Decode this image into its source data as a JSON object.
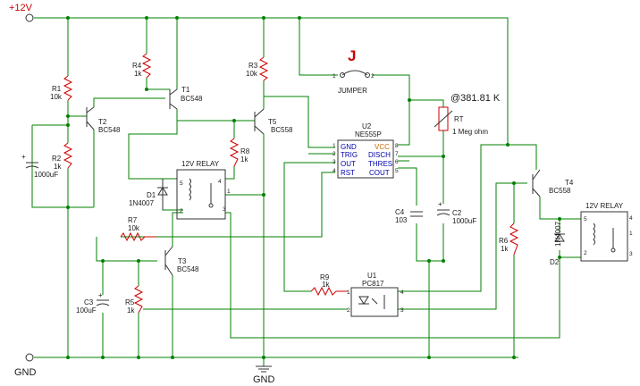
{
  "rails": {
    "supply": "+12V",
    "ground_left": "GND",
    "ground_bottom": "GND"
  },
  "jumper": {
    "letter": "J",
    "name": "JUMPER",
    "pin1": "1",
    "pin2": "2"
  },
  "thermistor": {
    "reading": "@381.81 K",
    "name": "RT",
    "value": "1 Meg ohm"
  },
  "resistors": {
    "R1": {
      "name": "R1",
      "value": "10k"
    },
    "R2": {
      "name": "R2",
      "value": "1k"
    },
    "R3": {
      "name": "R3",
      "value": "10k"
    },
    "R4": {
      "name": "R4",
      "value": "1k"
    },
    "R5": {
      "name": "R5",
      "value": "1k"
    },
    "R6": {
      "name": "R6",
      "value": "1k"
    },
    "R7": {
      "name": "R7",
      "value": "10k"
    },
    "R8": {
      "name": "R8",
      "value": "1k"
    },
    "R9": {
      "name": "R9",
      "value": "1k"
    }
  },
  "transistors": {
    "T1": {
      "name": "T1",
      "part": "BC548"
    },
    "T2": {
      "name": "T2",
      "part": "BC548"
    },
    "T3": {
      "name": "T3",
      "part": "BC548"
    },
    "T4": {
      "name": "T4",
      "part": "BC558"
    },
    "T5": {
      "name": "T5",
      "part": "BC558"
    }
  },
  "capacitors": {
    "C1": {
      "value": "1000uF"
    },
    "C2": {
      "name": "C2",
      "value": "1000uF"
    },
    "C3": {
      "name": "C3",
      "value": "100uF"
    },
    "C4": {
      "name": "C4",
      "value": "103"
    }
  },
  "diodes": {
    "D1": {
      "name": "D1",
      "part": "1N4007"
    },
    "D2": {
      "name": "D2",
      "part": "1N4007"
    }
  },
  "relays": {
    "left": {
      "title": "12V RELAY",
      "p1": "1",
      "p2": "2",
      "p3": "3",
      "p4": "4",
      "p5": "5"
    },
    "right": {
      "title": "12V RELAY",
      "p1": "1",
      "p2": "2",
      "p3": "3",
      "p4": "4",
      "p5": "5"
    }
  },
  "timer": {
    "ref": "U2",
    "part": "NE555P",
    "pins_left": [
      {
        "num": "1",
        "label": "GND"
      },
      {
        "num": "2",
        "label": "TRIG"
      },
      {
        "num": "3",
        "label": "OUT"
      },
      {
        "num": "4",
        "label": "RST"
      }
    ],
    "pins_right": [
      {
        "num": "8",
        "label": "VCC"
      },
      {
        "num": "7",
        "label": "DISCH"
      },
      {
        "num": "6",
        "label": "THRES"
      },
      {
        "num": "5",
        "label": "COUT"
      }
    ]
  },
  "optocoupler": {
    "ref": "U1",
    "part": "PC817",
    "p1": "1",
    "p2": "2",
    "p3": "3",
    "p4": "4"
  },
  "colors": {
    "wire": "#008000",
    "component": "#333333",
    "rail_label": "#cc0000",
    "ic_text": "#0000aa"
  }
}
